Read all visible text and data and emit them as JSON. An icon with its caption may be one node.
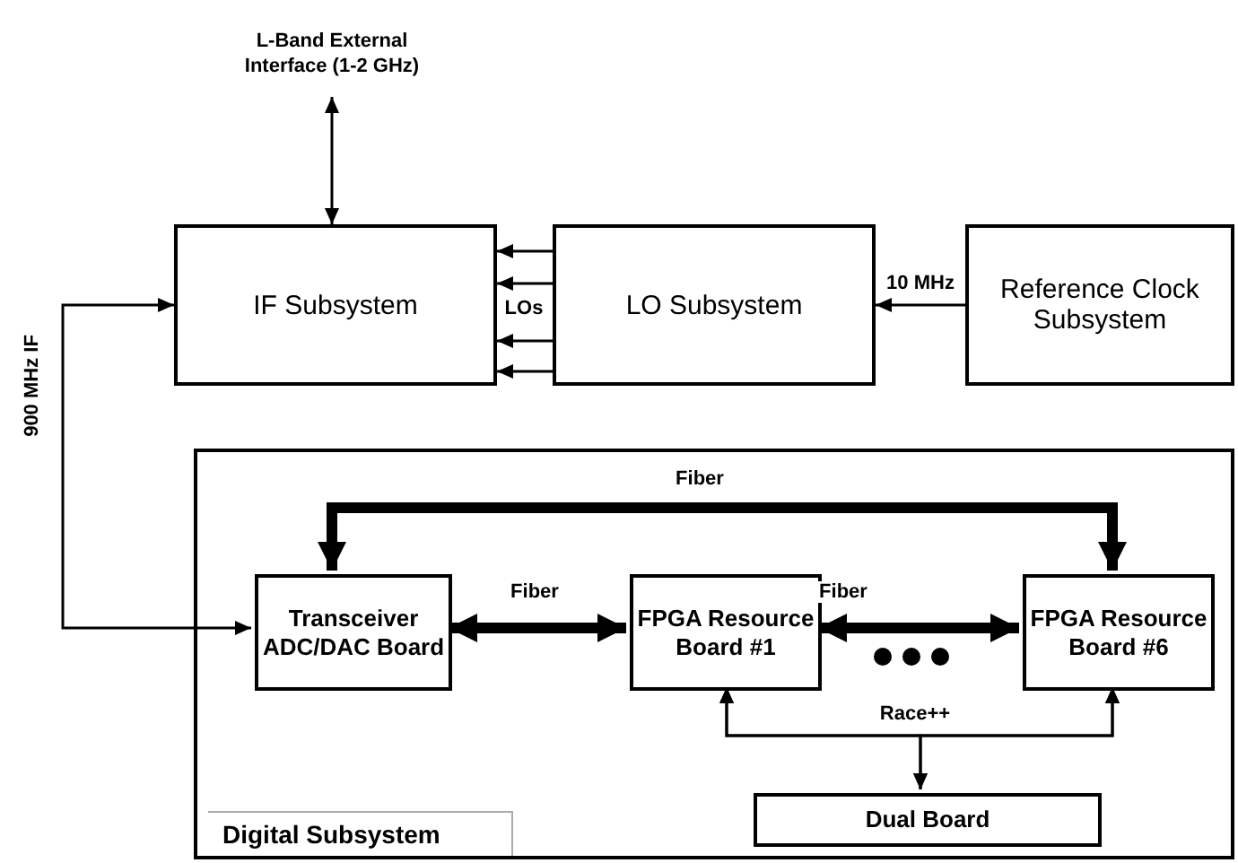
{
  "diagram": {
    "nodes": [
      {
        "text": [
          "L-Band External Interface (1-2 GHz)"
        ]
      },
      {
        "text": [
          "IF Subsystem"
        ]
      },
      {
        "text": [
          "LO Subsystem"
        ]
      },
      {
        "text": [
          "Reference Clock Subsystem"
        ]
      },
      {
        "text": [
          "Digital Subsystem"
        ]
      },
      {
        "text": [
          "Transceiver ADC/DAC Board"
        ],
        "in": 4
      },
      {
        "text": [
          "FPGA Resource Board #1"
        ],
        "in": 4
      },
      {
        "text": [
          "FPGA Resource Board #6"
        ],
        "in": 4
      },
      {
        "text": [
          "Dual Board"
        ],
        "in": 4
      }
    ],
    "edges": [
      {
        "from": 0,
        "to": 1,
        "arrow": "both"
      },
      {
        "from": 2,
        "to": 1,
        "arrow": "to"
      },
      {
        "from": 2,
        "to": 1,
        "arrow": "to"
      },
      {
        "from": 2,
        "to": 1,
        "arrow": "to"
      },
      {
        "from": 2,
        "to": 1,
        "arrow": "to"
      },
      {
        "from": 3,
        "to": 2,
        "arrow": "to",
        "label": "10 MHz"
      },
      {
        "from": 1,
        "to": 5,
        "arrow": "both",
        "label": "900 MHz IF"
      },
      {
        "from": 5,
        "to": 6,
        "arrow": "both",
        "label": "Fiber",
        "style": "thick"
      },
      {
        "from": 6,
        "to": 7,
        "arrow": "both",
        "label": "Fiber",
        "style": "thick"
      },
      {
        "from": 5,
        "to": 7,
        "arrow": "both",
        "label": "Fiber",
        "style": "thick"
      },
      {
        "from": 6,
        "to": 7,
        "arrow": "both",
        "label": "Race++"
      },
      {
        "from": 6,
        "to": 8,
        "arrow": "both"
      },
      {
        "from": 7,
        "to": 8,
        "arrow": "both"
      }
    ],
    "labels": [
      "LOs"
    ]
  }
}
